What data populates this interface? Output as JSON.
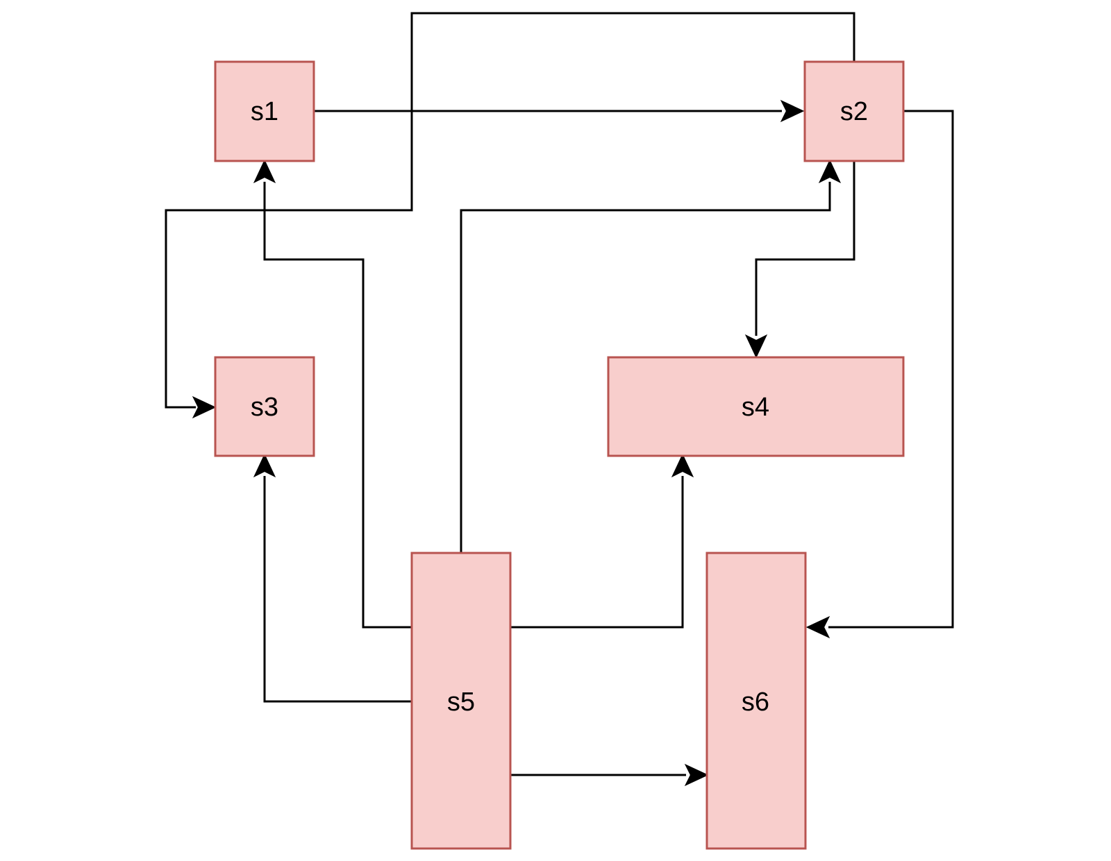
{
  "colors": {
    "node_fill": "#f8cecc",
    "node_stroke": "#b85450",
    "edge": "#000000",
    "background": "#ffffff"
  },
  "nodes": [
    {
      "id": "s1",
      "label": "s1"
    },
    {
      "id": "s2",
      "label": "s2"
    },
    {
      "id": "s3",
      "label": "s3"
    },
    {
      "id": "s4",
      "label": "s4"
    },
    {
      "id": "s5",
      "label": "s5"
    },
    {
      "id": "s6",
      "label": "s6"
    }
  ],
  "edges": [
    {
      "from": "s1",
      "to": "s2"
    },
    {
      "from": "s2",
      "to": "s3"
    },
    {
      "from": "s2",
      "to": "s4"
    },
    {
      "from": "s2",
      "to": "s6"
    },
    {
      "from": "s5",
      "to": "s1"
    },
    {
      "from": "s5",
      "to": "s2"
    },
    {
      "from": "s5",
      "to": "s3"
    },
    {
      "from": "s5",
      "to": "s4"
    },
    {
      "from": "s5",
      "to": "s6"
    }
  ]
}
